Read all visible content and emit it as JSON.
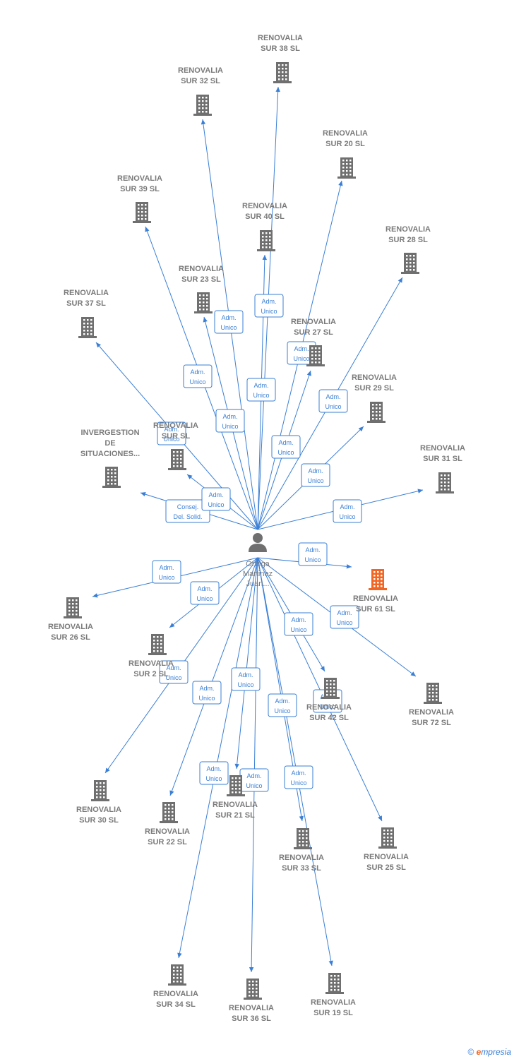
{
  "colors": {
    "edge": "#3a7fd5",
    "company": "#6f6f6f",
    "highlight": "#f26522",
    "person": "#6f6f6f",
    "label": "#7a7a7a"
  },
  "center": {
    "name_lines": [
      "Ortega",
      "Martinez",
      "Juan..."
    ],
    "icon": "person-icon"
  },
  "nodes": [
    {
      "id": "sur38",
      "lines": [
        "RENOVALIA",
        "SUR 38  SL"
      ],
      "icon": "building-icon"
    },
    {
      "id": "sur32",
      "lines": [
        "RENOVALIA",
        "SUR 32  SL"
      ],
      "icon": "building-icon"
    },
    {
      "id": "sur20",
      "lines": [
        "RENOVALIA",
        "SUR 20  SL"
      ],
      "icon": "building-icon"
    },
    {
      "id": "sur39",
      "lines": [
        "RENOVALIA",
        "SUR 39  SL"
      ],
      "icon": "building-icon"
    },
    {
      "id": "sur40",
      "lines": [
        "RENOVALIA",
        "SUR 40  SL"
      ],
      "icon": "building-icon"
    },
    {
      "id": "sur28",
      "lines": [
        "RENOVALIA",
        "SUR 28  SL"
      ],
      "icon": "building-icon"
    },
    {
      "id": "sur23",
      "lines": [
        "RENOVALIA",
        "SUR 23  SL"
      ],
      "icon": "building-icon"
    },
    {
      "id": "sur37",
      "lines": [
        "RENOVALIA",
        "SUR 37  SL"
      ],
      "icon": "building-icon"
    },
    {
      "id": "sur27",
      "lines": [
        "RENOVALIA",
        "SUR 27  SL"
      ],
      "icon": "building-icon"
    },
    {
      "id": "sur29",
      "lines": [
        "RENOVALIA",
        "SUR 29  SL"
      ],
      "icon": "building-icon"
    },
    {
      "id": "invergestion",
      "lines": [
        "INVERGESTION",
        "DE",
        "SITUACIONES..."
      ],
      "icon": "building-icon"
    },
    {
      "id": "surx",
      "lines": [
        "RENOVALIA",
        "SUR    SL"
      ],
      "icon": "building-icon"
    },
    {
      "id": "sur31",
      "lines": [
        "RENOVALIA",
        "SUR 31  SL"
      ],
      "icon": "building-icon"
    },
    {
      "id": "sur61",
      "lines": [
        "RENOVALIA",
        "SUR 61  SL"
      ],
      "icon": "building-icon",
      "highlight": true
    },
    {
      "id": "sur26",
      "lines": [
        "RENOVALIA",
        "SUR 26  SL"
      ],
      "icon": "building-icon"
    },
    {
      "id": "sur2x",
      "lines": [
        "RENOVALIA",
        "SUR 2   SL"
      ],
      "icon": "building-icon"
    },
    {
      "id": "sur72",
      "lines": [
        "RENOVALIA",
        "SUR 72  SL"
      ],
      "icon": "building-icon"
    },
    {
      "id": "sur42",
      "lines": [
        "RENOVALIA",
        "SUR 42  SL"
      ],
      "icon": "building-icon"
    },
    {
      "id": "sur30",
      "lines": [
        "RENOVALIA",
        "SUR 30  SL"
      ],
      "icon": "building-icon"
    },
    {
      "id": "sur22",
      "lines": [
        "RENOVALIA",
        "SUR 22  SL"
      ],
      "icon": "building-icon"
    },
    {
      "id": "sur21",
      "lines": [
        "RENOVALIA",
        "SUR 21  SL"
      ],
      "icon": "building-icon"
    },
    {
      "id": "sur33",
      "lines": [
        "RENOVALIA",
        "SUR 33  SL"
      ],
      "icon": "building-icon"
    },
    {
      "id": "sur25",
      "lines": [
        "RENOVALIA",
        "SUR 25  SL"
      ],
      "icon": "building-icon"
    },
    {
      "id": "sur34",
      "lines": [
        "RENOVALIA",
        "SUR 34  SL"
      ],
      "icon": "building-icon"
    },
    {
      "id": "sur36",
      "lines": [
        "RENOVALIA",
        "SUR 36  SL"
      ],
      "icon": "building-icon"
    },
    {
      "id": "sur19",
      "lines": [
        "RENOVALIA",
        "SUR 19  SL"
      ],
      "icon": "building-icon"
    }
  ],
  "edges": [
    {
      "to": "sur38",
      "label": [
        "Adm.",
        "Unico"
      ]
    },
    {
      "to": "sur32",
      "label": [
        "Adm.",
        "Unico"
      ]
    },
    {
      "to": "sur20",
      "label": [
        "Adm.",
        "Unico"
      ]
    },
    {
      "to": "sur39",
      "label": [
        "Adm.",
        "Unico"
      ]
    },
    {
      "to": "sur40",
      "label": [
        "Adm.",
        "Unico"
      ]
    },
    {
      "to": "sur28",
      "label": [
        "Adm.",
        "Unico"
      ]
    },
    {
      "to": "sur23",
      "label": [
        "Adm.",
        "Unico"
      ]
    },
    {
      "to": "sur37",
      "label": [
        "Adm.",
        "Unico"
      ]
    },
    {
      "to": "sur27",
      "label": [
        "Adm.",
        "Unico"
      ]
    },
    {
      "to": "sur29",
      "label": [
        "Adm.",
        "Unico"
      ]
    },
    {
      "to": "invergestion",
      "label": [
        "Consej.",
        "Del.  Solid."
      ]
    },
    {
      "to": "surx",
      "label": [
        "Adm.",
        "Unico"
      ]
    },
    {
      "to": "sur31",
      "label": [
        "Adm.",
        "Unico"
      ]
    },
    {
      "to": "sur61",
      "label": [
        "Adm.",
        "Unico"
      ]
    },
    {
      "to": "sur26",
      "label": [
        "Adm.",
        "Unico"
      ]
    },
    {
      "to": "sur2x",
      "label": [
        "Adm.",
        "Unico"
      ]
    },
    {
      "to": "sur72",
      "label": [
        "Adm.",
        "Unico"
      ]
    },
    {
      "to": "sur42",
      "label": [
        "Adm.",
        "Unico"
      ]
    },
    {
      "to": "sur30",
      "label": [
        "Adm.",
        "Unico"
      ]
    },
    {
      "to": "sur22",
      "label": [
        "Adm.",
        "Unico"
      ]
    },
    {
      "to": "sur21",
      "label": [
        "Adm.",
        "Unico"
      ]
    },
    {
      "to": "sur33",
      "label": [
        "Adm.",
        "Unico"
      ]
    },
    {
      "to": "sur25",
      "label": [
        "Adm.",
        "Unico"
      ]
    },
    {
      "to": "sur34",
      "label": [
        "Adm.",
        "Unico"
      ]
    },
    {
      "to": "sur36",
      "label": [
        "Adm.",
        "Unico"
      ]
    },
    {
      "to": "sur19",
      "label": [
        "Adm.",
        "Unico"
      ]
    }
  ],
  "footer": {
    "copyright": "©",
    "brand_initial": "e",
    "brand_rest": "mpresia"
  }
}
